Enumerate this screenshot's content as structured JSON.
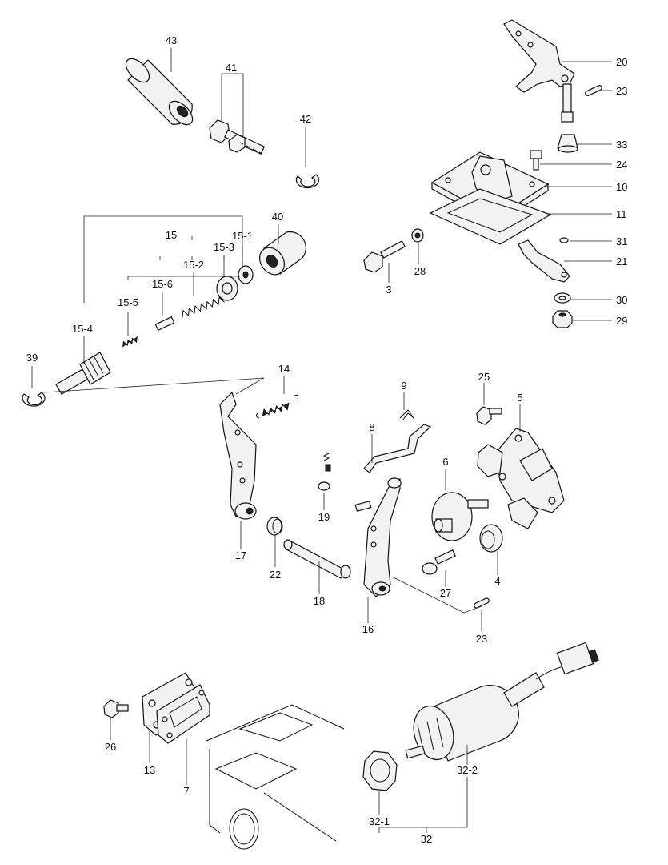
{
  "callouts": {
    "c43": "43",
    "c41": "41",
    "c42": "42",
    "c20": "20",
    "c23a": "23",
    "c33": "33",
    "c24": "24",
    "c10": "10",
    "c11": "11",
    "c31": "31",
    "c21": "21",
    "c30": "30",
    "c29": "29",
    "c3": "3",
    "c28": "28",
    "c15": "15",
    "c40": "40",
    "c15_1": "15-1",
    "c15_3": "15-3",
    "c15_2": "15-2",
    "c15_6": "15-6",
    "c15_5": "15-5",
    "c15_4": "15-4",
    "c39": "39",
    "c14": "14",
    "c9": "9",
    "c25": "25",
    "c5": "5",
    "c8": "8",
    "c6": "6",
    "c19": "19",
    "c17": "17",
    "c22": "22",
    "c18": "18",
    "c16": "16",
    "c27": "27",
    "c4": "4",
    "c23b": "23",
    "c26": "26",
    "c13": "13",
    "c7": "7",
    "c32_2": "32-2",
    "c32_1": "32-1",
    "c32": "32"
  }
}
